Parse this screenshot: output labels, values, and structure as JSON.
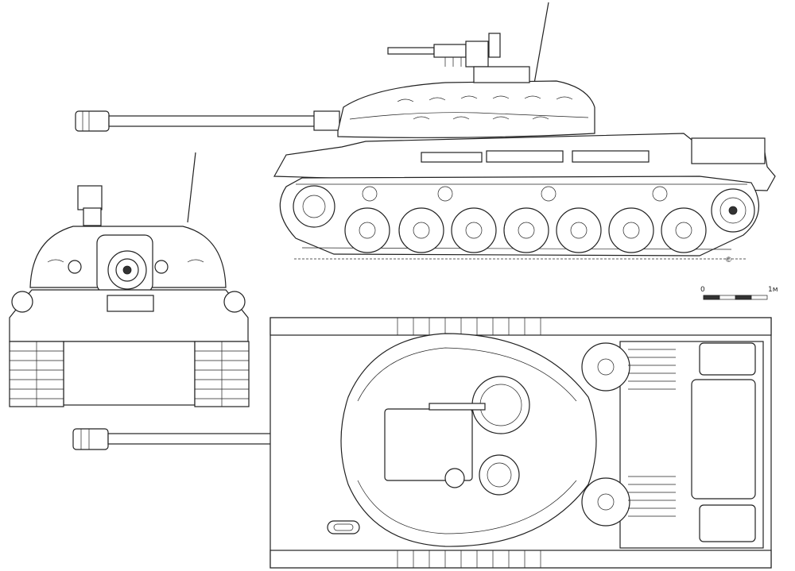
{
  "drawing": {
    "views": [
      "side-view",
      "front-view",
      "top-view"
    ],
    "scale_bar": {
      "start_label": "0",
      "end_label": "1м"
    },
    "signature_mark": "©"
  }
}
